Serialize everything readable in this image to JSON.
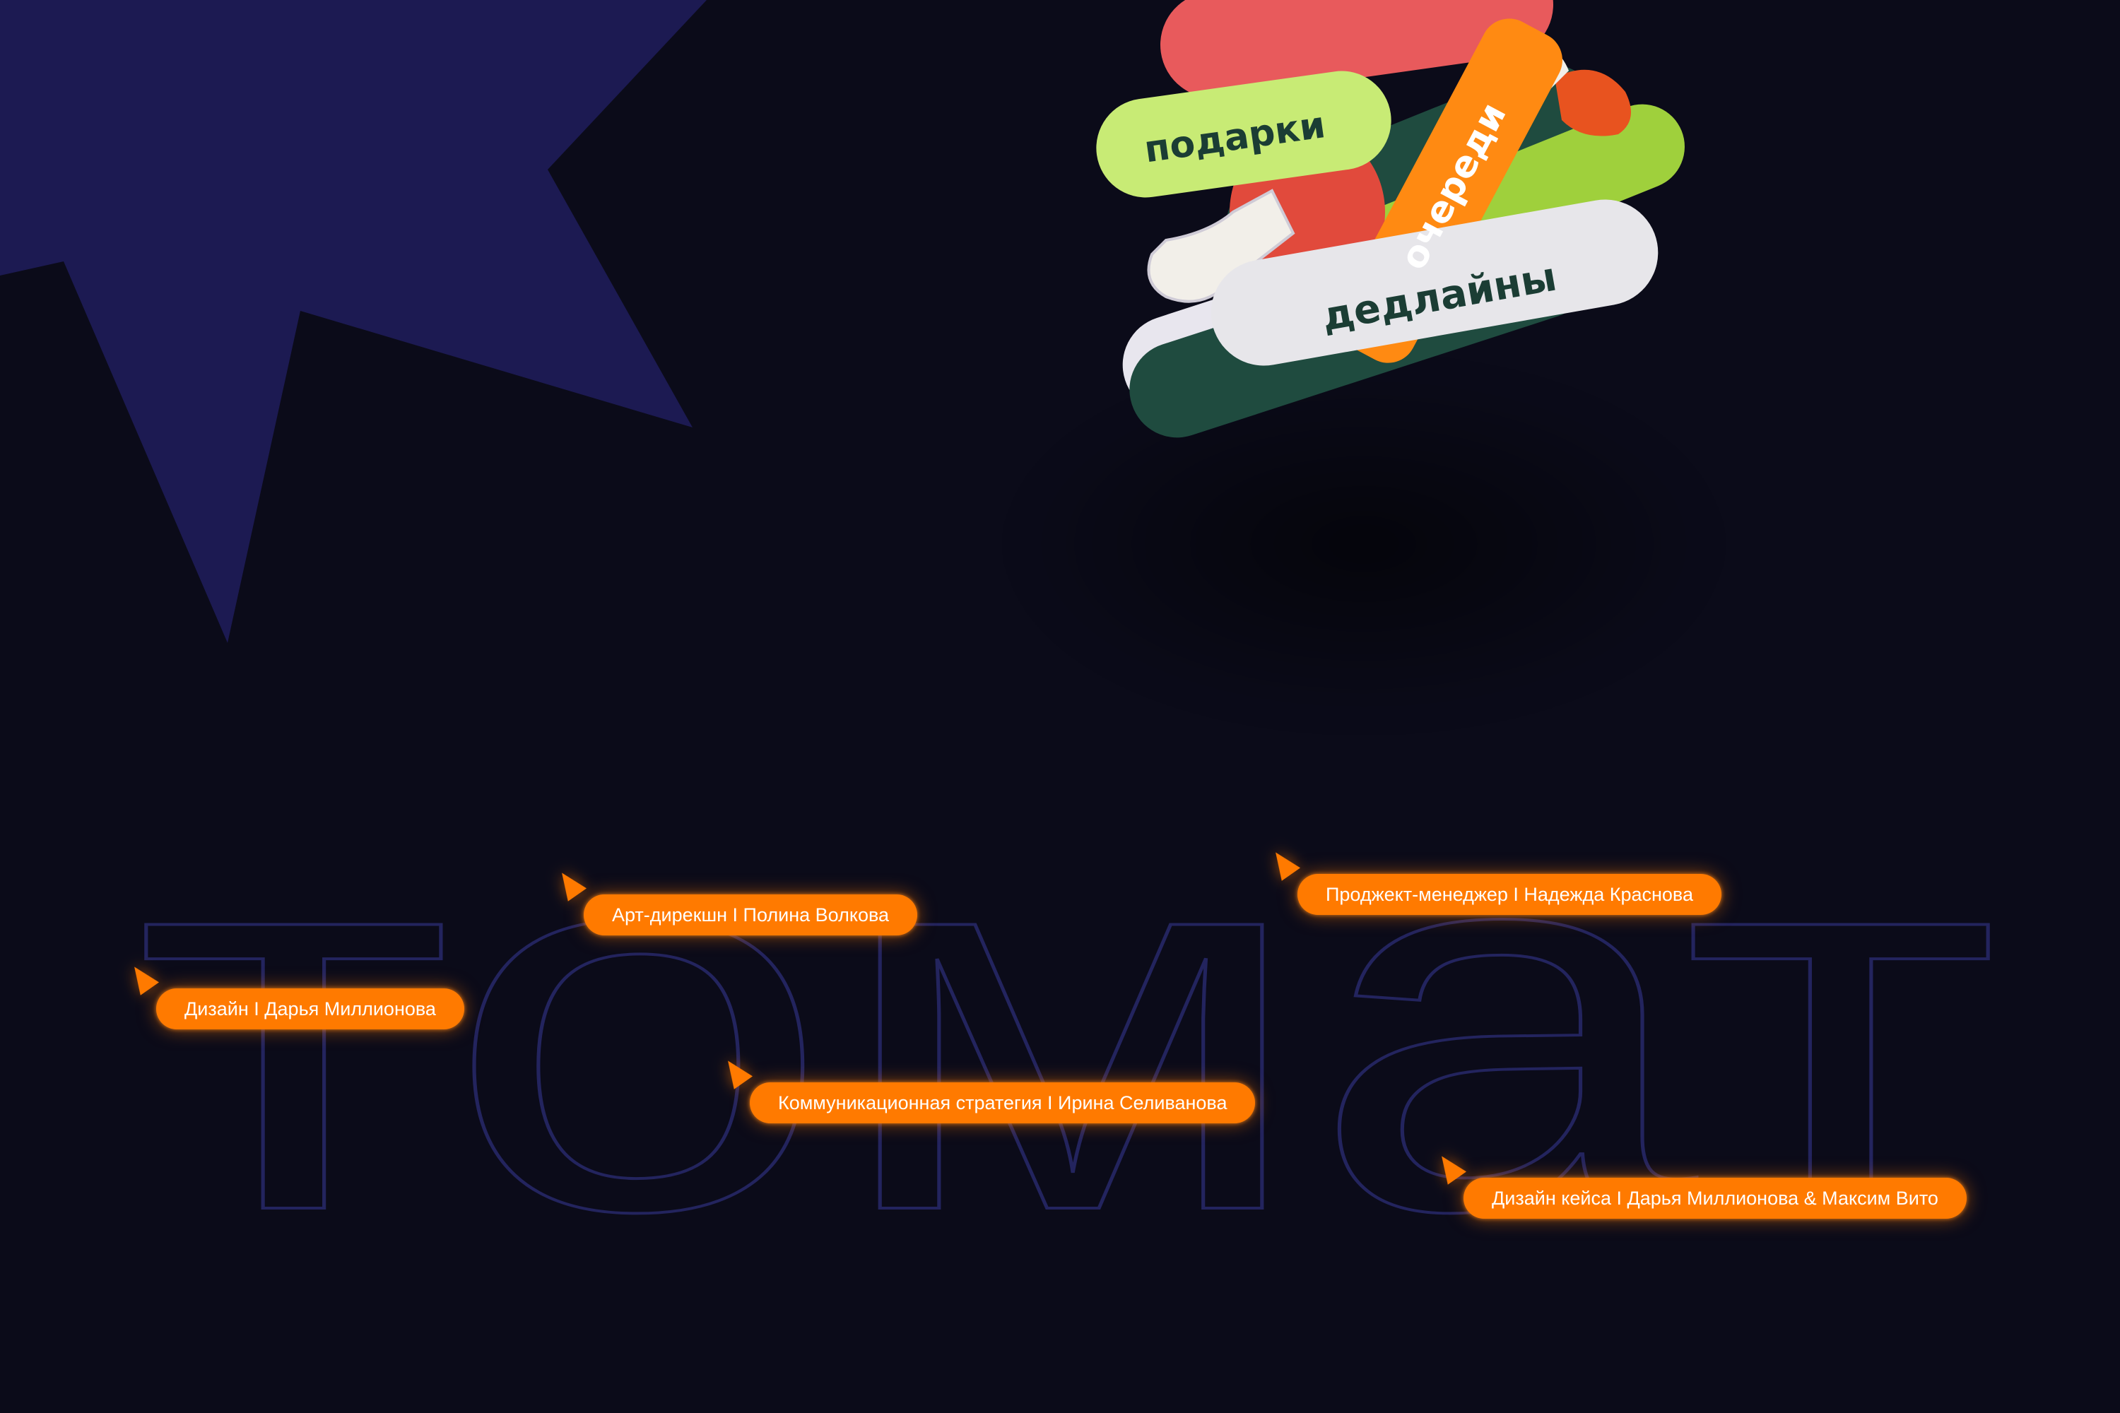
{
  "background_color": "#0b0b19",
  "accent_color": "#ff7a00",
  "star_color": "#1c1a52",
  "sticker": {
    "label_gifts": "подарки",
    "label_queues": "очереди",
    "label_deadlines": "дедлайны"
  },
  "wordmark": {
    "text": "томат",
    "outline_color": "#23245e"
  },
  "credits": [
    {
      "label": "Дизайн I Дарья Миллионова"
    },
    {
      "label": "Арт-дирекшн I Полина Волкова"
    },
    {
      "label": "Коммуникационная стратегия I Ирина Селиванова"
    },
    {
      "label": "Проджект-менеджер I Надежда Краснова"
    },
    {
      "label": "Дизайн кейса I Дарья Миллионова & Максим Вито"
    }
  ]
}
